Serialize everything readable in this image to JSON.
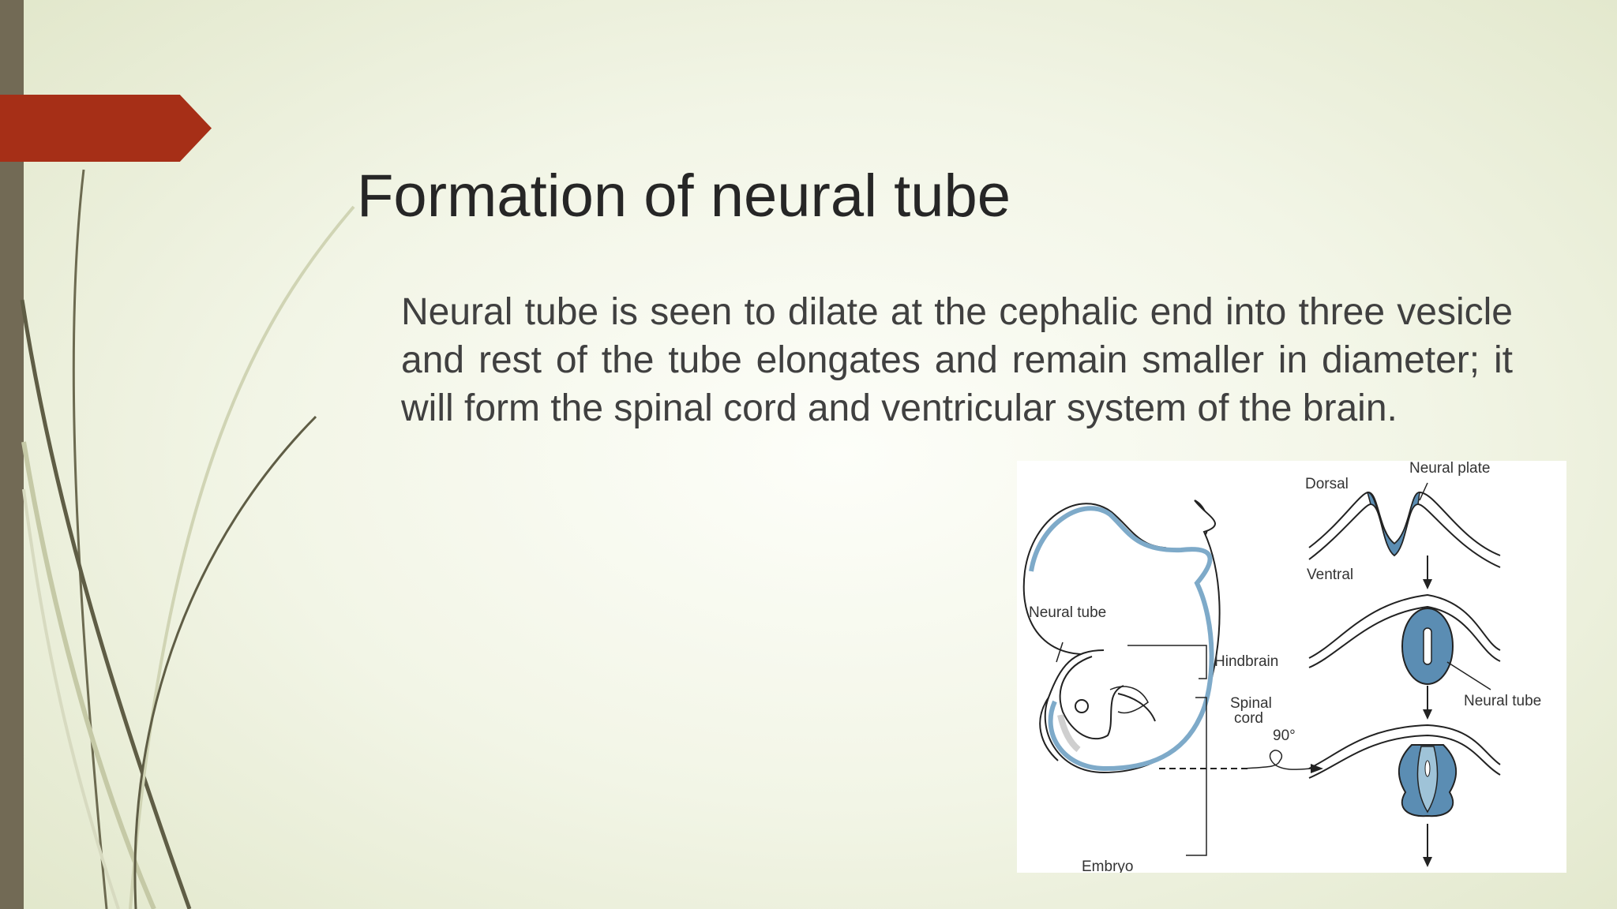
{
  "slide": {
    "title": "Formation of neural tube",
    "body": "Neural tube is seen to dilate at the cephalic end into three vesicle and rest of the tube elongates and remain smaller in diameter; it will form the spinal cord and ventricular system of the brain."
  },
  "figure": {
    "labels": {
      "dorsal": "Dorsal",
      "ventral": "Ventral",
      "neural_plate": "Neural plate",
      "neural_tube_top": "Neural tube",
      "neural_tube_right": "Neural tube",
      "hindbrain": "Hindbrain",
      "spinal": "Spinal",
      "cord": "cord",
      "angle": "90°",
      "embryo": "Embryo"
    }
  },
  "colors": {
    "accent_red": "#a62f17",
    "left_bar": "#726a55",
    "tissue_blue": "#5b8db3"
  }
}
